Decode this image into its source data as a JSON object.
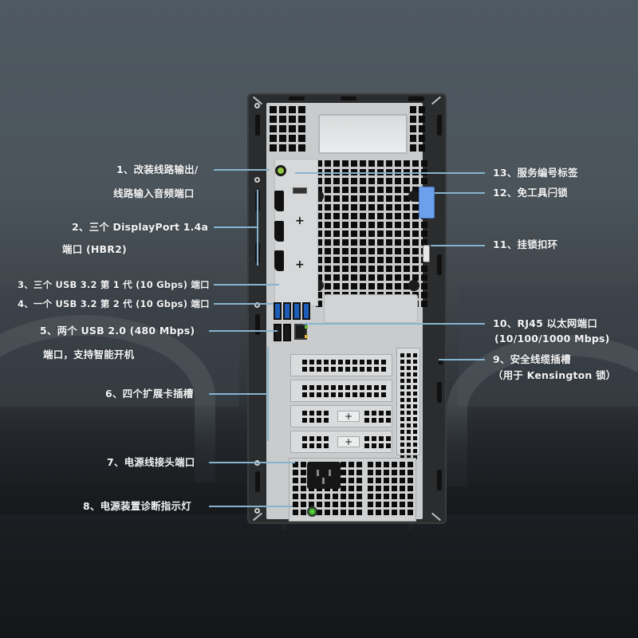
{
  "image": {
    "subject": "Desktop tower PC rear panel with annotated ports",
    "colors": {
      "background_top": "#4f5961",
      "background_bottom": "#141619",
      "chassis_frame": "#2b2c2e",
      "panel": "#c9cbcc",
      "leader_line": "#86b4cf",
      "label_text": "#f3f4f5",
      "usb3_blue": "#1d5db8",
      "latch_blue": "#6da0ec",
      "audio_green": "#8ec63f",
      "psu_led_green": "#2c9a1f"
    }
  },
  "callouts": {
    "left": [
      {
        "id": 1,
        "line1": "1、改装线路输出/",
        "line2": "线路输入音频端口"
      },
      {
        "id": 2,
        "line1": "2、三个 DisplayPort 1.4a",
        "line2": "端口 (HBR2)"
      },
      {
        "id": 3,
        "line1": "3、三个 USB 3.2 第 1 代 (10 Gbps) 端口"
      },
      {
        "id": 4,
        "line1": "4、一个 USB 3.2 第 2 代 (10 Gbps) 端口"
      },
      {
        "id": 5,
        "line1": "5、两个 USB 2.0 (480 Mbps)",
        "line2": "端口，支持智能开机"
      },
      {
        "id": 6,
        "line1": "6、四个扩展卡插槽"
      },
      {
        "id": 7,
        "line1": "7、电源线接头端口"
      },
      {
        "id": 8,
        "line1": "8、电源装置诊断指示灯"
      }
    ],
    "right": [
      {
        "id": 13,
        "line1": "13、服务编号标签"
      },
      {
        "id": 12,
        "line1": "12、免工具闩锁"
      },
      {
        "id": 11,
        "line1": "11、挂锁扣环"
      },
      {
        "id": 10,
        "line1": "10、RJ45 以太网端口",
        "line2": "(10/100/1000 Mbps)"
      },
      {
        "id": 9,
        "line1": "9、安全线缆插槽",
        "line2": "（用于 Kensington 锁）"
      }
    ]
  },
  "components": {
    "audio_jack_count": 1,
    "displayport_count": 3,
    "usb_3_2_gen1_count": 3,
    "usb_3_2_gen2_count": 1,
    "usb_2_0_count": 2,
    "rj45_count": 1,
    "expansion_slots": 4,
    "icons": {
      "expansion_slot_plus": "+",
      "power_socket": "iec-c14-socket-icon",
      "psu_led": "green-led-icon"
    }
  }
}
